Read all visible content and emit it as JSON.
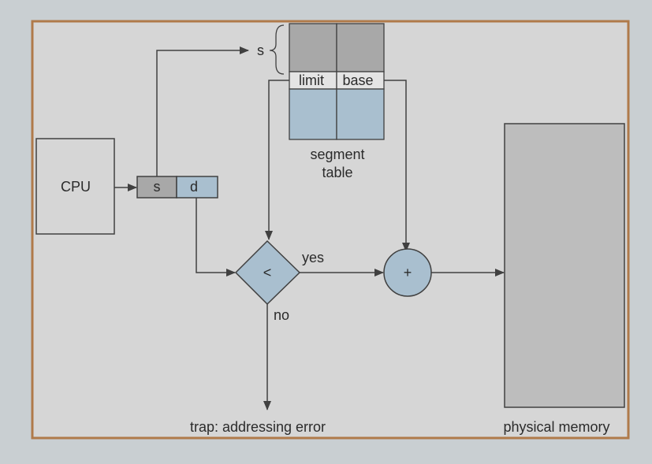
{
  "diagram": {
    "cpu_label": "CPU",
    "logical_address": {
      "s_label": "s",
      "d_label": "d"
    },
    "segment_selector_label": "s",
    "segment_table": {
      "limit_label": "limit",
      "base_label": "base",
      "caption_line1": "segment",
      "caption_line2": "table"
    },
    "compare_symbol": "<",
    "adder_symbol": "+",
    "yes_label": "yes",
    "no_label": "no",
    "trap_label": "trap: addressing error",
    "memory_label": "physical memory"
  },
  "colors": {
    "page_background": "#c9cfd2",
    "panel_fill": "#d6d6d6",
    "panel_border": "#b07a4a",
    "gray_cell": "#a8a8a8",
    "blue_cell": "#a9bfcf",
    "memory_fill": "#bdbdbd",
    "stroke": "#404040"
  }
}
